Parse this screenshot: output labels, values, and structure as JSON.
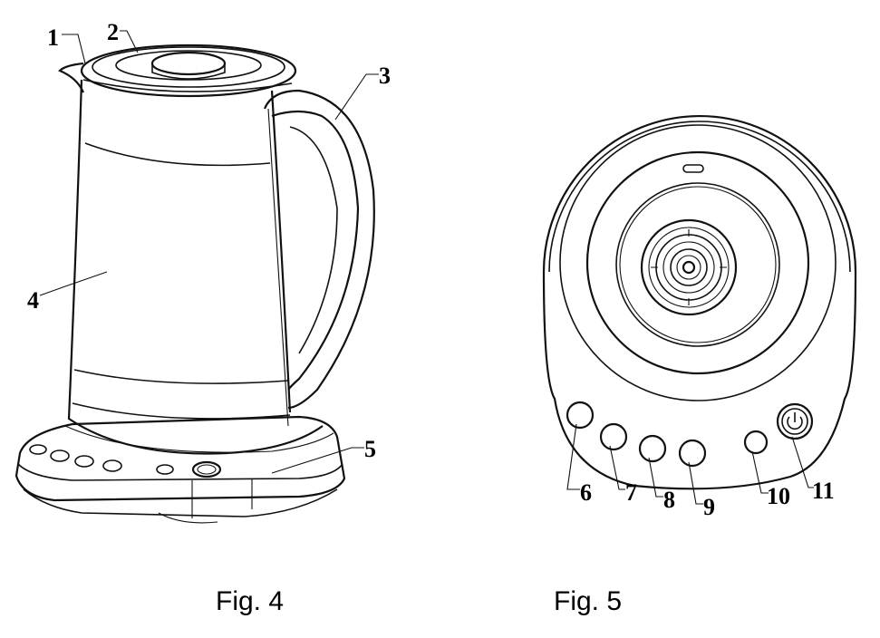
{
  "figures": [
    {
      "caption": "Fig. 4",
      "callouts": [
        "1",
        "2",
        "3",
        "4",
        "5"
      ]
    },
    {
      "caption": "Fig. 5",
      "callouts": [
        "6",
        "7",
        "8",
        "9",
        "10",
        "11"
      ]
    }
  ],
  "icons": {
    "power_button": "power-icon"
  },
  "colors": {
    "line": "#111111",
    "background": "#ffffff"
  }
}
